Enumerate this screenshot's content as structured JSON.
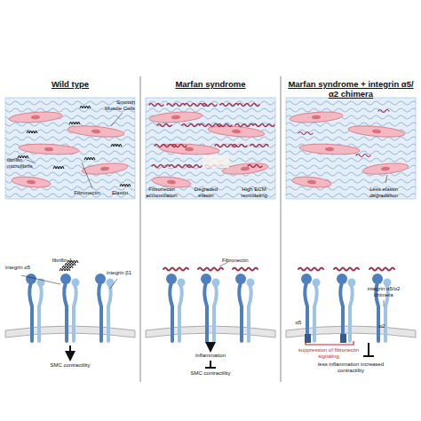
{
  "diagram": {
    "nodes": [
      {
        "text": [
          "Wild type"
        ]
      },
      {
        "text": [
          "Marfan syndrome"
        ]
      },
      {
        "text": [
          "Marfan syndrome + integrin α5/α2 chimera"
        ]
      }
    ],
    "labels": [
      "Smooth Muscle Cells",
      "fibrillin microfibrils",
      "Fibronectin",
      "Elastin",
      "integrin α5",
      "fibrillin-1",
      "integrin β1",
      "SMC contractility",
      "Fibronectin accumulation",
      "Degraded elastin",
      "High ECM remodeling",
      "Fibronectin",
      "inflammation",
      "SMC contractility",
      "Less elastin degradation",
      "α5",
      "suppression of fibronectin signaling",
      "integrin α5/α2 chimera",
      "α2",
      "less inflammation increased contractility"
    ]
  }
}
